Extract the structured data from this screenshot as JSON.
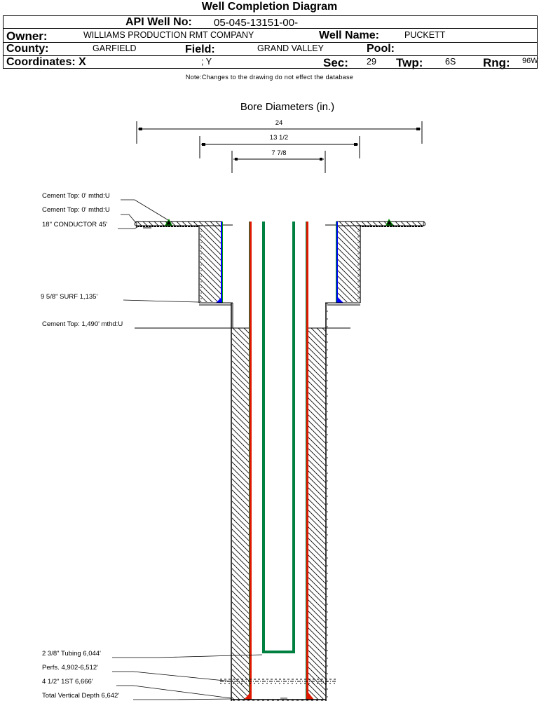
{
  "document": {
    "title": "Well Completion Diagram",
    "note": "Note:Changes to the drawing do not effect the database"
  },
  "header": {
    "api_label": "API Well No:",
    "api_value": "05-045-13151-00-",
    "owner_label": "Owner:",
    "owner_value": "WILLIAMS PRODUCTION RMT COMPANY",
    "well_name_label": "Well Name:",
    "well_name_value": "PUCKETT",
    "county_label": "County:",
    "county_value": "GARFIELD",
    "field_label": "Field:",
    "field_value": "GRAND VALLEY",
    "pool_label": "Pool:",
    "pool_value": "",
    "coords_label": "Coordinates: X",
    "coords_y": "; Y",
    "sec_label": "Sec:",
    "sec_value": "29",
    "twp_label": "Twp:",
    "twp_value": "6S",
    "rng_label": "Rng:",
    "rng_value": "96W"
  },
  "bore": {
    "title": "Bore Diameters (in.)",
    "diameters": [
      "24",
      "13 1/2",
      "7 7/8"
    ]
  },
  "annotations": {
    "cement_top_1": "Cement Top: 0' mthd:U",
    "cement_top_2": "Cement Top: 0' mthd:U",
    "conductor": "18\" CONDUCTOR  45'",
    "surface": "9 5/8\" SURF       1,135'",
    "cement_top_3": "Cement Top: 1,490' mthd:U",
    "tubing": "2 3/8\" Tubing 6,044'",
    "perfs": "Perfs. 4,902-6,512'",
    "production": "4 1/2\" 1ST        6,666'",
    "tvd": "Total Vertical Depth 6,642'"
  },
  "colors": {
    "casing_red": "#e01800",
    "tubing_green": "#008040",
    "cement_blue": "#0000ff",
    "cement_green": "#00a000"
  }
}
